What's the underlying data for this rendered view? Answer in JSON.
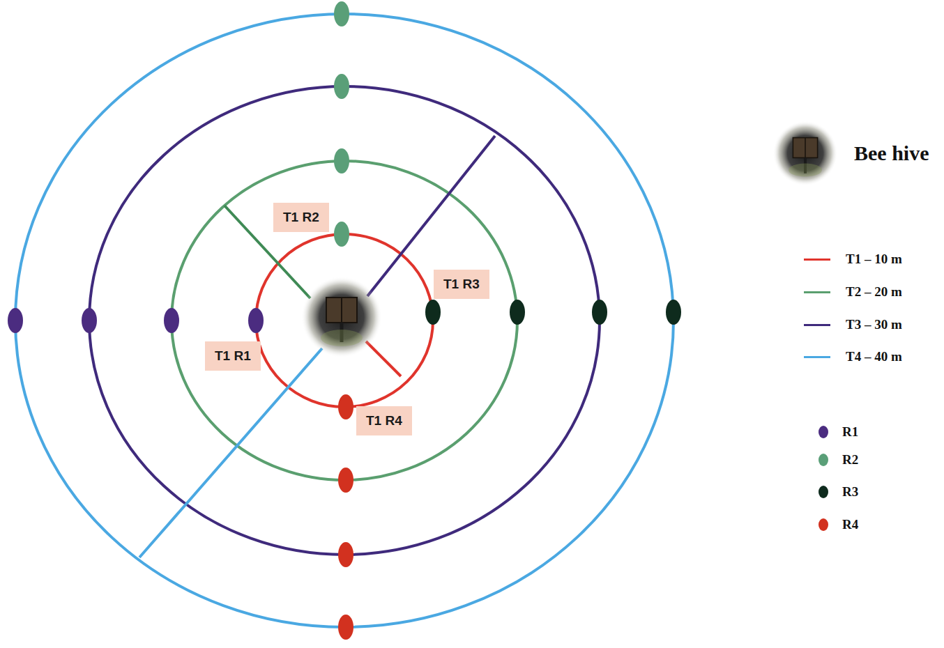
{
  "diagram": {
    "nodes": [
      {
        "text": [
          "T1 R2"
        ]
      },
      {
        "text": [
          "T1 R3"
        ]
      },
      {
        "text": [
          "T1 R1"
        ]
      },
      {
        "text": [
          "T1 R4"
        ]
      }
    ],
    "legend": [
      {
        "text": "Bee hive"
      },
      {
        "text": "T1 – 10 m"
      },
      {
        "text": "T2 – 20 m"
      },
      {
        "text": "T3 – 30 m"
      },
      {
        "text": "T4 – 40 m"
      },
      {
        "text": "R1",
        "color": "#4b2c80"
      },
      {
        "text": "R2",
        "color": "#5a9f78"
      },
      {
        "text": "R3",
        "color": "#0e2b1d"
      },
      {
        "text": "R4",
        "color": "#d2311f"
      }
    ]
  }
}
